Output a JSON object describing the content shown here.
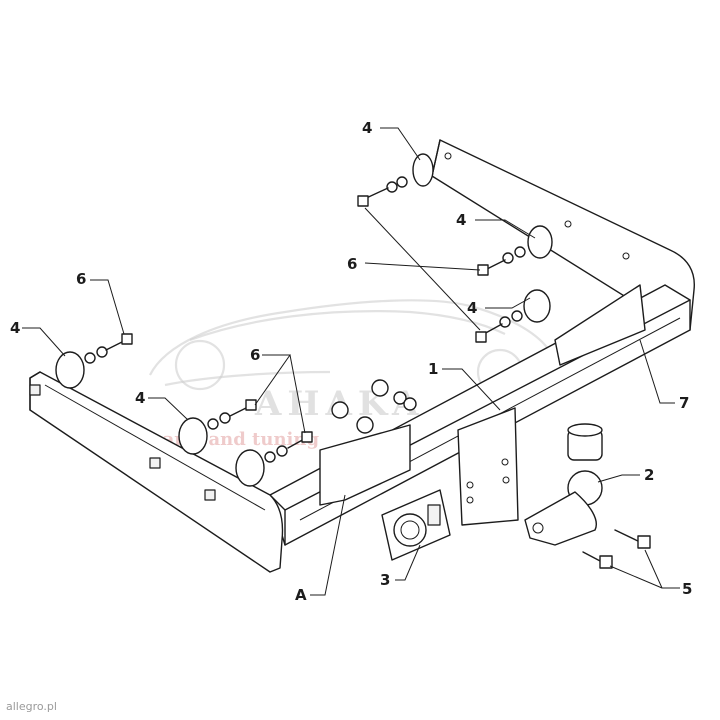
{
  "callouts": {
    "c4a": "4",
    "c4b": "4",
    "c4c": "4",
    "c4d": "4",
    "c4e": "4",
    "c6a": "6",
    "c6b": "6",
    "c6c": "6",
    "c1": "1",
    "c2": "2",
    "c3": "3",
    "c5": "5",
    "c7": "7",
    "cA": "A"
  },
  "watermark": {
    "brand": "AHAKA",
    "tagline": "parts and tuning"
  },
  "footer": "allegro.pl"
}
